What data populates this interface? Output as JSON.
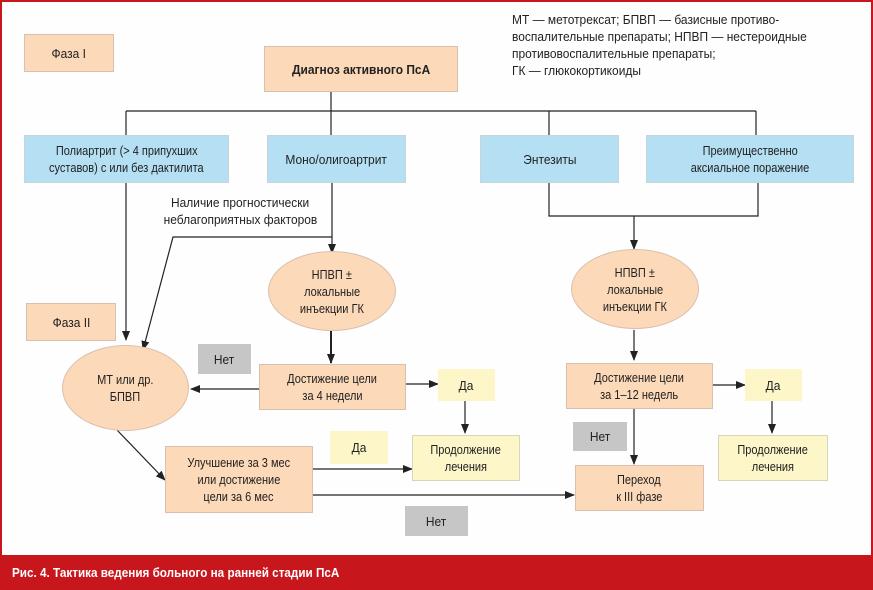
{
  "legend": {
    "lines": [
      "МТ — метотрексат; БПВП — базисные противо-",
      "воспалительные препараты; НПВП — нестероидные",
      "противовоспалительные препараты;",
      "ГК — глюкокортикоиды"
    ]
  },
  "phases": {
    "phase1": "Фаза I",
    "phase2": "Фаза II"
  },
  "nodes": {
    "diagnosis": "Диагноз активного ПсА",
    "polyarthritis": [
      "Полиартрит (> 4 припухших",
      "суставов) с или без дактилита"
    ],
    "mono_oligoarthritis": "Моно/олигоартрит",
    "enthesitis": "Энтезиты",
    "axial": [
      "Преимущественно",
      "аксиальное поражение"
    ],
    "prognostic_factors": [
      "Наличие прогностически",
      "неблагоприятных факторов"
    ],
    "nsaid_left": [
      "НПВП ±",
      "локальные",
      "инъекции ГК"
    ],
    "nsaid_right": [
      "НПВП ±",
      "локальные",
      "инъекции ГК"
    ],
    "mt_dmard": [
      "МТ или др.",
      "БПВП"
    ],
    "goal_4_weeks": [
      "Достижение цели",
      "за 4 недели"
    ],
    "goal_1_12_weeks": [
      "Достижение цели",
      "за 1–12 недель"
    ],
    "improvement": [
      "Улучшение за 3 мес",
      "или достижение",
      "цели за 6 мес"
    ],
    "continue_left": [
      "Продолжение",
      "лечения"
    ],
    "continue_right": [
      "Продолжение",
      "лечения"
    ],
    "phase3": [
      "Переход",
      "к III фазе"
    ]
  },
  "decisions": {
    "no_goal4": "Нет",
    "yes_goal4": "Да",
    "yes_improvement": "Да",
    "no_improvement": "Нет",
    "no_goal12": "Нет",
    "yes_goal12": "Да"
  },
  "caption": "Рис. 4. Тактика ведения больного на ранней стадии ПсА",
  "colors": {
    "accent_red": "#c8161d",
    "peach": "#fcd9b8",
    "blue": "#b5e0f3",
    "yellow": "#fdf6c8",
    "gray": "#c6c6c6"
  }
}
